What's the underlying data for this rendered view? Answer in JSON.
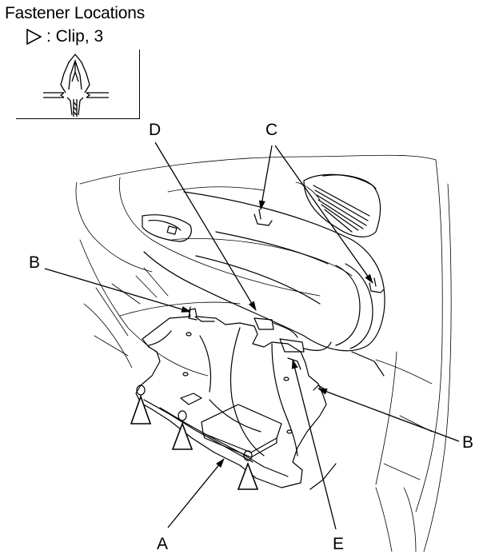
{
  "diagram": {
    "title": "Fastener Locations",
    "legend": {
      "symbol": "triangle-outline",
      "text": ": Clip, 3"
    },
    "callouts": [
      "A",
      "B",
      "B",
      "C",
      "D",
      "E"
    ]
  }
}
